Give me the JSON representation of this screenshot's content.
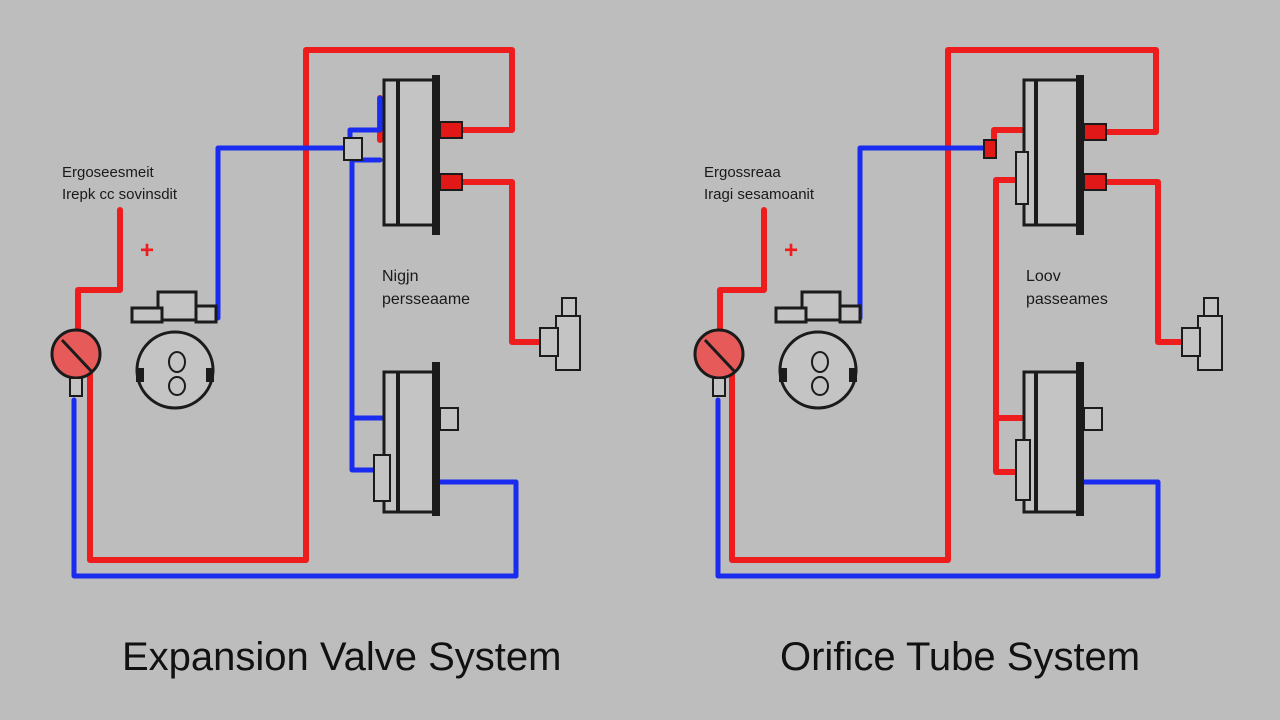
{
  "colors": {
    "background": "#bdbdbd",
    "hot_line": "#ee1c1c",
    "cold_line": "#1a2cf0",
    "outline": "#1b1b1b",
    "component_fill": "#c4c4c4",
    "gauge_fill": "#e65a5a"
  },
  "left_diagram": {
    "caption": "Expansion Valve System",
    "note_line_1": "Ergoseesmeit",
    "note_line_2": "Irepk cc sovinsdit",
    "plus_sign": "+",
    "pressure_label_1": "Nigjn",
    "pressure_label_2": "persseaame"
  },
  "right_diagram": {
    "caption": "Orifice Tube System",
    "note_line_1": "Ergossreaa",
    "note_line_2": "Iragi sesamoanit",
    "plus_sign": "+",
    "pressure_label_1": "Loov",
    "pressure_label_2": "passeames"
  },
  "icons": {
    "gauge": "pressure-gauge-icon",
    "compressor": "compressor-icon",
    "fitting": "valve-fitting-icon"
  }
}
